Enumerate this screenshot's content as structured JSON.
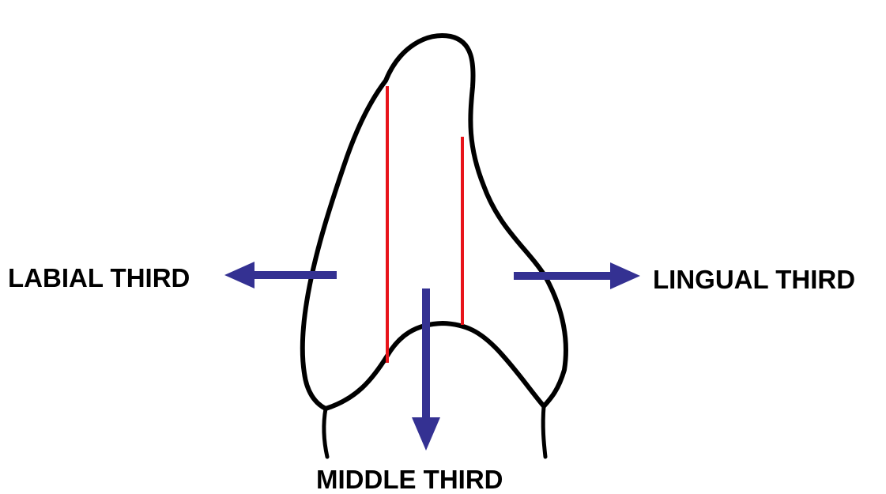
{
  "labels": {
    "labial": "LABIAL THIRD",
    "lingual": "LINGUAL THIRD",
    "middle": "MIDDLE THIRD"
  },
  "colors": {
    "outline": "#000000",
    "divider": "#e8141a",
    "arrow": "#343192",
    "background": "#ffffff"
  }
}
